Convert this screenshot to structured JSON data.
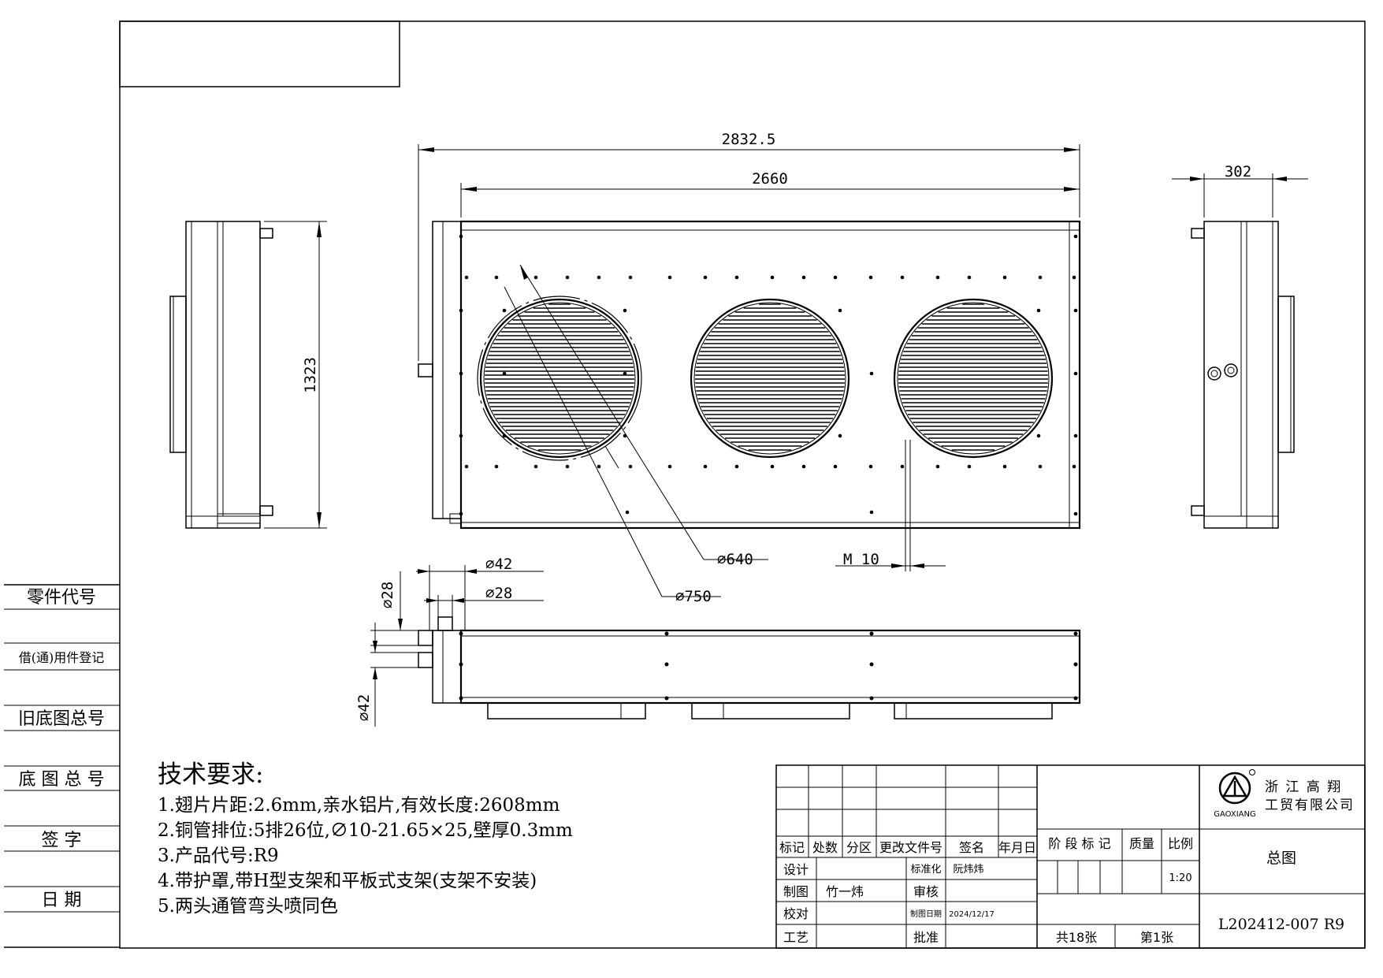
{
  "dimensions": {
    "overall_length": "2832.5",
    "body_length": "2660",
    "height": "1323",
    "depth": "302",
    "fan_diameter": "∅640",
    "guard_diameter": "∅750",
    "mount_thread": "M 10",
    "pipe_outer_1": "∅42",
    "pipe_outer_2": "∅28",
    "pipe_vertical_28": "∅28",
    "pipe_vertical_42": "∅42"
  },
  "side_table": {
    "part_code": "零件代号",
    "borrowed_register": "借(通)用件登记",
    "old_base_no": "旧底图总号",
    "base_no": "底 图 总 号",
    "signature": "签    字",
    "date": "日    期"
  },
  "notes": {
    "title": "技术要求:",
    "items": [
      "1.翅片片距:2.6mm,亲水铝片,有效长度:2608mm",
      "2.铜管排位:5排26位,∅10-21.65×25,壁厚0.3mm",
      "3.产品代号:R9",
      "4.带护罩,带H型支架和平板式支架(支架不安装)",
      "5.两头通管弯头喷同色"
    ]
  },
  "title_block": {
    "headers": [
      "标记",
      "处数",
      "分区",
      "更改文件号",
      "签名",
      "年月日"
    ],
    "design": "设计",
    "standardization": "标准化",
    "standardization_name": "阮炜炜",
    "drafting": "制图",
    "drafter_name": "竹一炜",
    "review": "审核",
    "check": "校对",
    "draw_date_label": "制图日期",
    "draw_date": "2024/12/17",
    "process": "工艺",
    "approve": "批准",
    "stage_mark": "阶 段 标 记",
    "weight": "质量",
    "scale_label": "比例",
    "scale": "1:20",
    "total_sheets": "共18张",
    "sheet_no": "第1张",
    "logo_text": "GAOXIANG",
    "company_line1": "浙 江 高 翔",
    "company_line2": "工贸有限公司",
    "drawing_title": "总图",
    "drawing_no": "L202412-007 R9"
  }
}
